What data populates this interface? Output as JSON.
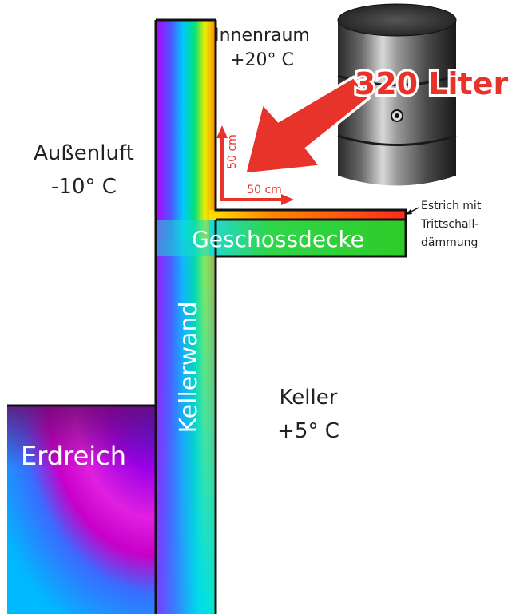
{
  "labels": {
    "innenraum": "Innenraum",
    "innen_temp": "+20° C",
    "aussen": "Außenluft",
    "aussen_temp": "-10° C",
    "keller": "Keller",
    "keller_temp": "+5° C",
    "geschossdecke": "Geschossdecke",
    "kellerwand": "Kellerwand",
    "erdreich": "Erdreich",
    "barrel": "320 Liter",
    "dim_vertical": "50 cm",
    "dim_horizontal": "50 cm",
    "estrich_line1": "Estrich mit",
    "estrich_line2": "Trittschall-",
    "estrich_line3": "dämmung"
  },
  "colors": {
    "arrow_red": "#e8332a",
    "slab_green": "#2ecc27",
    "outline": "#111111"
  }
}
